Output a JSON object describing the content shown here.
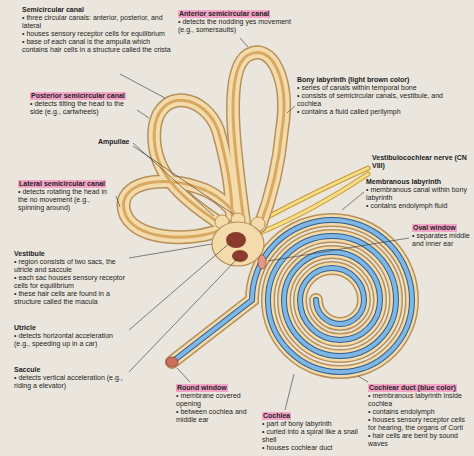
{
  "diagram": {
    "labels": [
      "Semicircular canal",
      "• three circular canals: anterior, posterior, and lateral",
      "• houses sensory receptor cells for equilibrium",
      "• base of each canal is the ampulla which contains hair cells in a structure called the crista",
      "Anterior semicircular canal",
      "• detects the nodding yes movement (e.g., somersaults)",
      "Posterior semicircular canal",
      "• detects tilting the head to the side (e.g., cartwheels)",
      "Ampullae",
      "Lateral semicircular canal",
      "• detects rotating the head in the no movement (e.g., spinning around)",
      "Bony labyrinth (light brown color)",
      "• series of canals within temporal bone",
      "• consists of semicircular canals, vestibule, and cochlea",
      "• contains a fluid called perilymph",
      "Vestibulocochlear nerve (CN VIII)",
      "Membranous labyrinth",
      "• membranous canal within bony labyrinth",
      "• contains endolymph fluid",
      "Oval window",
      "• separates middle and inner ear",
      "Vestibule",
      "• region consists of two sacs, the utricle and saccule",
      "• each sac houses sensory receptor cells for equilibrium",
      "• these hair cells are found in a structure called the macula",
      "Utricle",
      "• detects horizontal acceleration (e.g., speeding up in a car)",
      "Saccule",
      "• detects vertical acceleration (e.g., riding a elevator)",
      "Round window",
      "• membrane covered opening",
      "• between cochlea and middle ear",
      "Cochlea",
      "• part of bony labyrinth",
      "• curled into a spiral like a snail shell",
      "• houses cochlear duct",
      "Cochlear duct (blue color)",
      "• membranous labyrinth inside cochlea",
      "• contains endolymph",
      "• houses sensory receptor cells for hearing, the organs of Corti",
      "• hair cells are bent by sound waves"
    ]
  }
}
